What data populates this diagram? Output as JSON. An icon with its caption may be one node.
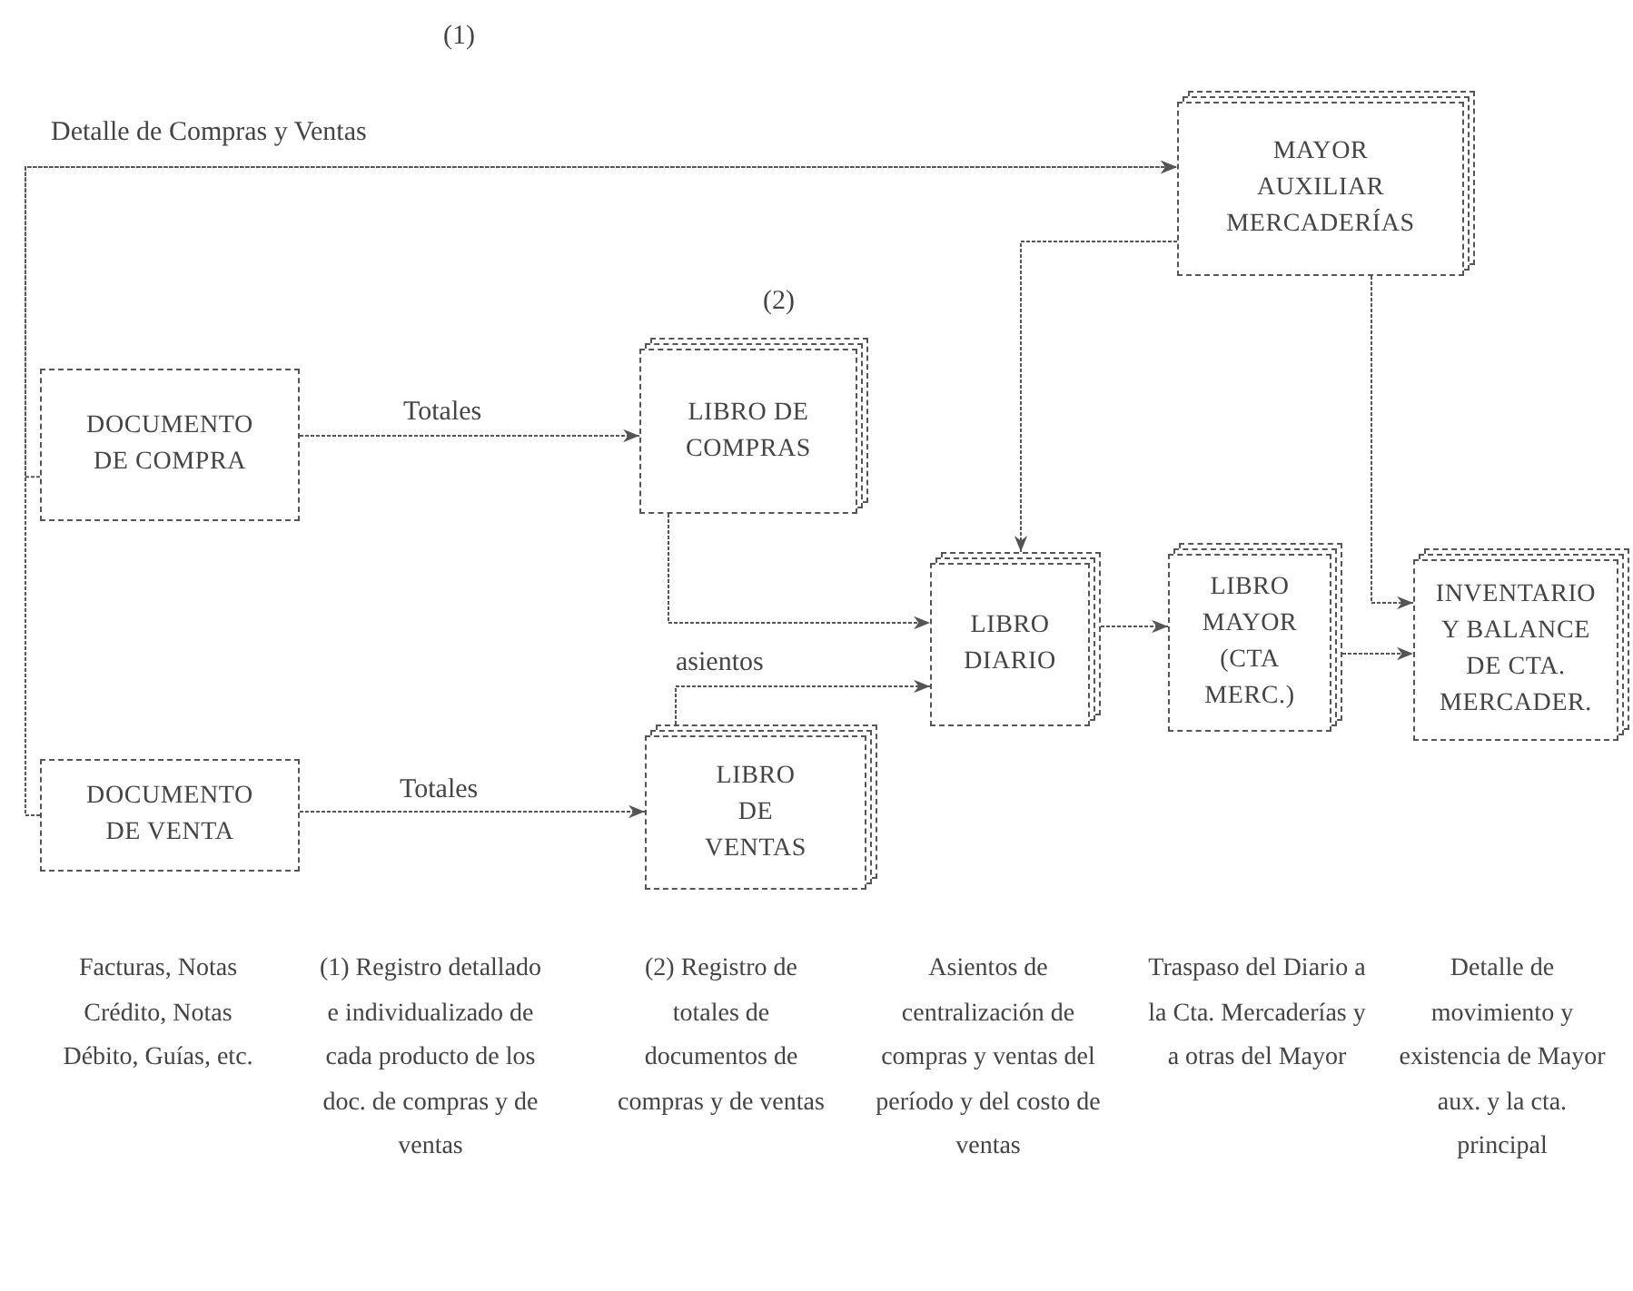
{
  "diagram": {
    "nodes": [
      {
        "text": [
          "MAYOR AUXILIAR MERCADERÍAS"
        ]
      },
      {
        "text": [
          "DOCUMENTO DE COMPRA"
        ]
      },
      {
        "text": [
          "LIBRO DE COMPRAS"
        ],
        "beside": [
          "(2)"
        ]
      },
      {
        "text": [
          "LIBRO DIARIO"
        ]
      },
      {
        "text": [
          "LIBRO MAYOR (CTA MERC.)"
        ]
      },
      {
        "text": [
          "INVENTARIO Y BALANCE DE CTA. MERCADER."
        ]
      },
      {
        "text": [
          "DOCUMENTO DE VENTA"
        ]
      },
      {
        "text": [
          "LIBRO DE VENTAS"
        ]
      }
    ],
    "edges": [
      {
        "from": 1,
        "to": 0,
        "arrow": "to",
        "label": "Detalle de Compras y Ventas"
      },
      {
        "from": 6,
        "to": 0,
        "arrow": "to"
      },
      {
        "from": 1,
        "to": 2,
        "arrow": "to",
        "label": "Totales"
      },
      {
        "from": 6,
        "to": 7,
        "arrow": "to",
        "label": "Totales"
      },
      {
        "from": 2,
        "to": 3,
        "arrow": "to"
      },
      {
        "from": 7,
        "to": 3,
        "arrow": "to",
        "label": "asientos"
      },
      {
        "from": 0,
        "to": 3,
        "arrow": "to"
      },
      {
        "from": 3,
        "to": 4,
        "arrow": "to"
      },
      {
        "from": 4,
        "to": 5,
        "arrow": "to"
      },
      {
        "from": 0,
        "to": 5,
        "arrow": "to"
      }
    ],
    "labels": [
      "(1)",
      "Facturas, Notas Crédito, Notas Débito, Guías, etc.",
      "(1) Registro detallado e individualizado de cada producto de los doc. de compras y de ventas",
      "(2) Registro de totales de documentos de compras y de ventas",
      "Asientos de centralización de compras y ventas del período y del costo de ventas",
      "Traspaso del Diario a la Cta. Mercaderías y a otras del Mayor",
      "Detalle de movimiento y existencia de Mayor aux. y la cta. principal"
    ]
  }
}
